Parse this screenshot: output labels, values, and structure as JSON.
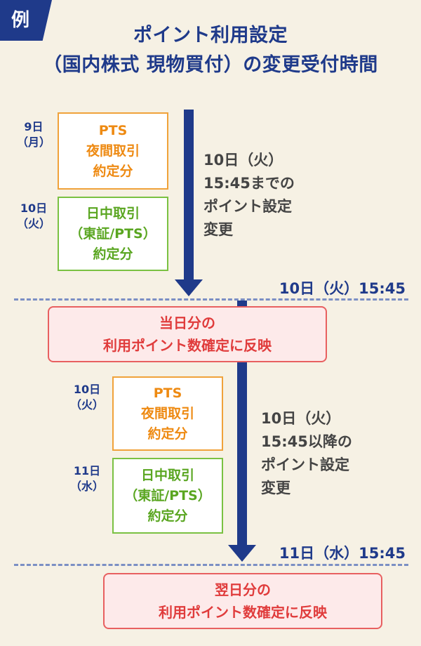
{
  "tag": "例",
  "title": {
    "line1": "ポイント利用設定",
    "line2": "（国内株式 現物買付）の変更受付時間"
  },
  "section1": {
    "box1": {
      "day_line1": "9日",
      "day_line2": "（月）",
      "lines": [
        "PTS",
        "夜間取引",
        "約定分"
      ]
    },
    "box2": {
      "day_line1": "10日",
      "day_line2": "（火）",
      "lines": [
        "日中取引",
        "（東証/PTS）",
        "約定分"
      ]
    },
    "note": [
      "10日（火）",
      "15:45までの",
      "ポイント設定",
      "変更"
    ],
    "deadline": "10日（火）15:45",
    "result": [
      "当日分の",
      "利用ポイント数確定に反映"
    ]
  },
  "section2": {
    "box1": {
      "day_line1": "10日",
      "day_line2": "（火）",
      "lines": [
        "PTS",
        "夜間取引",
        "約定分"
      ]
    },
    "box2": {
      "day_line1": "11日",
      "day_line2": "（水）",
      "lines": [
        "日中取引",
        "（東証/PTS）",
        "約定分"
      ]
    },
    "note": [
      "10日（火）",
      "15:45以降の",
      "ポイント設定",
      "変更"
    ],
    "deadline": "11日（水）15:45",
    "result": [
      "翌日分の",
      "利用ポイント数確定に反映"
    ]
  },
  "colors": {
    "navy": "#1f3a8a",
    "orange": "#ee8a12",
    "green": "#5aa621",
    "red": "#e03c3c",
    "background": "#f6f1e4"
  }
}
